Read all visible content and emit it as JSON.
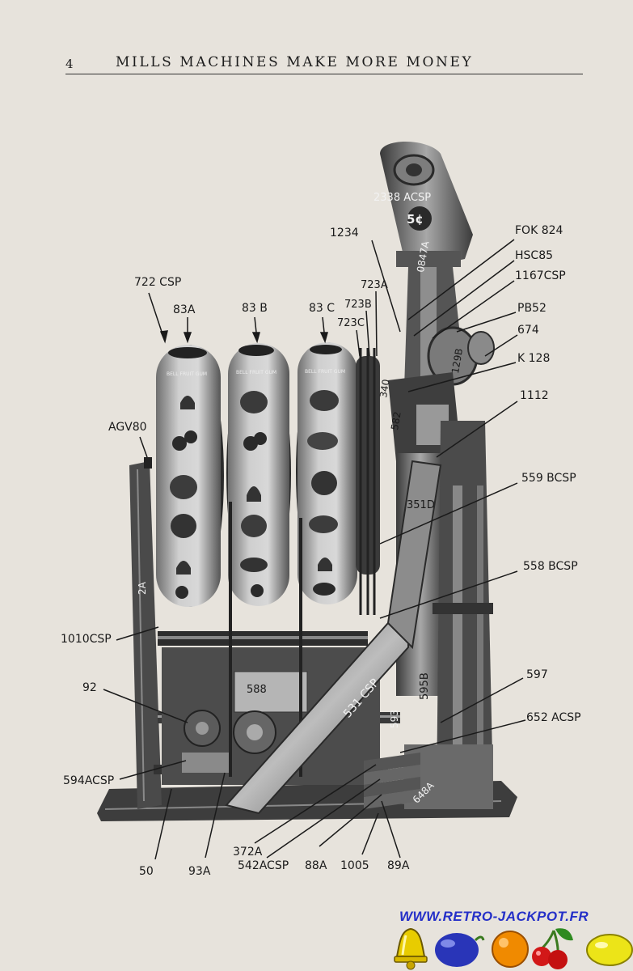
{
  "header": {
    "page_number": "4",
    "title": "MILLS MACHINES MAKE MORE MONEY"
  },
  "figure": {
    "callouts": [
      {
        "id": "c-722csp",
        "text": "722 CSP"
      },
      {
        "id": "c-83a",
        "text": "83A"
      },
      {
        "id": "c-83b",
        "text": "83 B"
      },
      {
        "id": "c-83c",
        "text": "83 C"
      },
      {
        "id": "c-723a",
        "text": "723A"
      },
      {
        "id": "c-723b",
        "text": "723B"
      },
      {
        "id": "c-723c",
        "text": "723C"
      },
      {
        "id": "c-1234",
        "text": "1234"
      },
      {
        "id": "c-2338acsp",
        "text": "2338 ACSP"
      },
      {
        "id": "c-fok824",
        "text": "FOK 824"
      },
      {
        "id": "c-hsc85",
        "text": "HSC85"
      },
      {
        "id": "c-1167csp",
        "text": "1167CSP"
      },
      {
        "id": "c-pb52",
        "text": "PB52"
      },
      {
        "id": "c-674",
        "text": "674"
      },
      {
        "id": "c-k128",
        "text": "K 128"
      },
      {
        "id": "c-1112",
        "text": "1112"
      },
      {
        "id": "c-agv80",
        "text": "AGV80"
      },
      {
        "id": "c-559bcsp",
        "text": "559 BCSP"
      },
      {
        "id": "c-558bcsp",
        "text": "558 BCSP"
      },
      {
        "id": "c-1010csp",
        "text": "1010CSP"
      },
      {
        "id": "c-597",
        "text": "597"
      },
      {
        "id": "c-92",
        "text": "92"
      },
      {
        "id": "c-652acsp",
        "text": "652 ACSP"
      },
      {
        "id": "c-594acsp",
        "text": "594ACSP"
      },
      {
        "id": "c-50",
        "text": "50"
      },
      {
        "id": "c-93a",
        "text": "93A"
      },
      {
        "id": "c-372a",
        "text": "372A"
      },
      {
        "id": "c-542acsp",
        "text": "542ACSP"
      },
      {
        "id": "c-88a",
        "text": "88A"
      },
      {
        "id": "c-1005",
        "text": "1005"
      },
      {
        "id": "c-89a",
        "text": "89A"
      }
    ],
    "part_markings": {
      "coin_value": "5¢",
      "p_0847a": "0847A",
      "p_129b": "129B",
      "p_340": "340",
      "p_582": "582",
      "p_351d": "351D",
      "p_2a": "2A",
      "p_588": "588",
      "p_531csp": "531 CSP",
      "p_593": "593",
      "p_595b": "595B",
      "p_648a": "648A",
      "reel_brand": "BELL FRUIT GUM"
    }
  },
  "footer": {
    "website": "WWW.RETRO-JACKPOT.FR",
    "fruit_icons": [
      "bell",
      "plum",
      "orange",
      "cherries",
      "lemon"
    ]
  },
  "colors": {
    "paper": "#e7e3dc",
    "ink": "#1c1c1c",
    "website_blue": "#2530c8"
  }
}
